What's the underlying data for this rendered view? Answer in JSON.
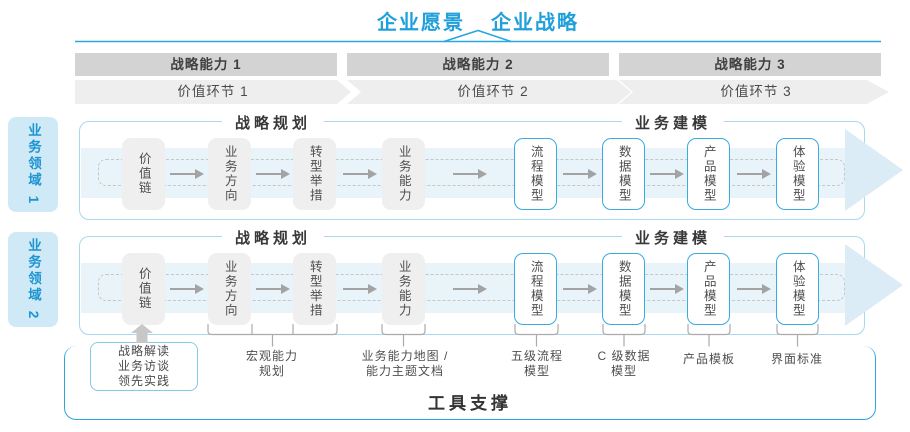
{
  "title": {
    "vision": "企业愿景",
    "strategy": "企业战略"
  },
  "capability_bars": [
    {
      "label": "战略能力 1"
    },
    {
      "label": "战略能力 2"
    },
    {
      "label": "战略能力 3"
    }
  ],
  "value_bars": [
    {
      "label": "价值环节 1"
    },
    {
      "label": "价值环节 2"
    },
    {
      "label": "价值环节 3"
    }
  ],
  "domains": [
    {
      "label": "业务领域 1"
    },
    {
      "label": "业务领域 2"
    }
  ],
  "sections": {
    "planning": "战略规划",
    "modeling": "业务建模"
  },
  "flow_boxes": [
    {
      "label": "价值链",
      "style": "gray"
    },
    {
      "label": "业务方向",
      "style": "gray"
    },
    {
      "label": "转型举措",
      "style": "gray"
    },
    {
      "label": "业务能力",
      "style": "gray"
    },
    {
      "label": "流程模型",
      "style": "blue"
    },
    {
      "label": "数据模型",
      "style": "blue"
    },
    {
      "label": "产品模型",
      "style": "blue"
    },
    {
      "label": "体验模型",
      "style": "blue"
    }
  ],
  "annotations": {
    "inputs": {
      "line1": "战略解读",
      "line2": "业务访谈",
      "line3": "领先实践"
    },
    "macro_capability": {
      "line1": "宏观能力",
      "line2": "规划"
    },
    "capability_map": {
      "line1": "业务能力地图 /",
      "line2": "能力主题文档"
    },
    "process_model": {
      "line1": "五级流程",
      "line2": "模型"
    },
    "data_model": {
      "line1": "C 级数据",
      "line2": "模型"
    },
    "product_template": {
      "line1": "产品模板"
    },
    "ui_standard": {
      "line1": "界面标准"
    }
  },
  "footer": {
    "tool_support": "工具支撑"
  },
  "colors": {
    "accent_blue": "#1fa0da",
    "line_blue": "#29a7e0",
    "panel_border": "#a9d8ee",
    "band_fill": "#e9f3fa",
    "band_arrow_fill": "#dbecf7",
    "capability_bar_gray": "#d3d3d3",
    "value_bar_gray": "#eeeeee",
    "box_gray": "#efefef",
    "box_blue_border": "#3aabdf",
    "domain_tag_fill": "#cfe9f6",
    "domain_tag_text": "#1d95d2",
    "connector_gray": "#a3a3a3"
  }
}
